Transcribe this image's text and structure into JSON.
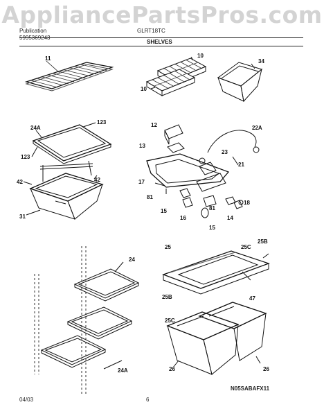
{
  "watermark": "AppliancePartsPros.com",
  "header": {
    "line1_left": "Publication",
    "line2_left": "5995369243",
    "model": "GLRT18TC",
    "section": "SHELVES"
  },
  "footer": {
    "date": "04/03",
    "page": "6",
    "diagram_code": "N05SABAFX11"
  },
  "part_labels": {
    "p11": "11",
    "p10a": "10",
    "p10b": "10",
    "p34": "34",
    "p24a_top": "24A",
    "p123_top": "123",
    "p123_left": "123",
    "p42_left": "42",
    "p42_right": "42",
    "p31": "31",
    "p12": "12",
    "p22a": "22A",
    "p13": "13",
    "p23": "23",
    "p21": "21",
    "p17": "17",
    "p81a": "81",
    "p81b": "81",
    "p15a": "15",
    "p16a": "16",
    "p18": "18",
    "p14": "14",
    "p15b": "15",
    "p24": "24",
    "p24a_bot": "24A",
    "p25": "25",
    "p25c_top": "25C",
    "p25b_top": "25B",
    "p47": "47",
    "p25b_bot": "25B",
    "p25c_bot": "25C",
    "p26a": "26",
    "p26b": "26"
  }
}
